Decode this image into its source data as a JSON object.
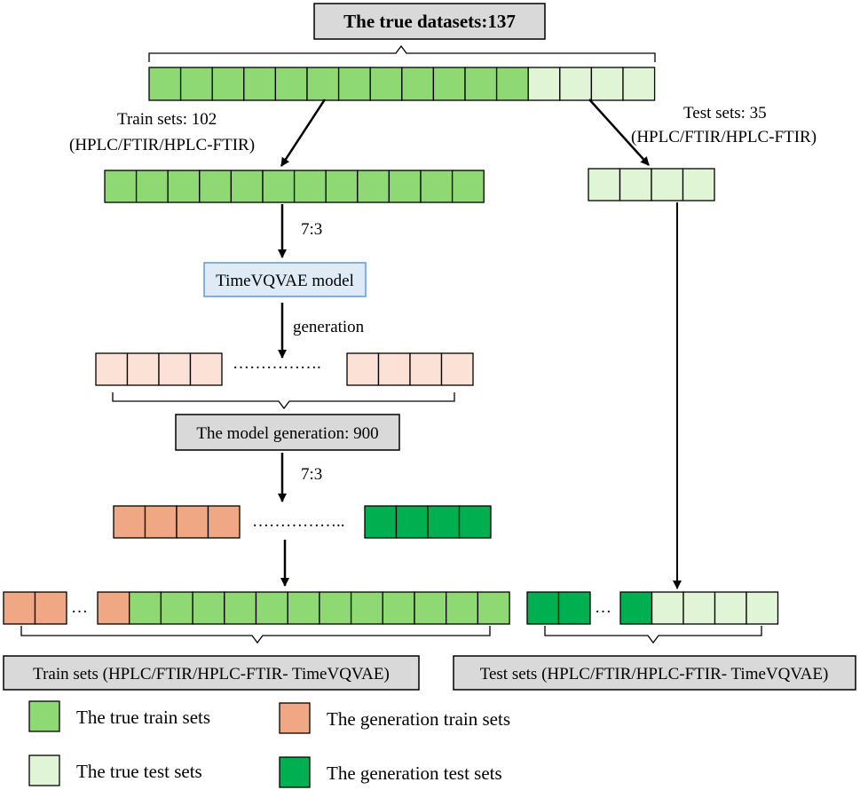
{
  "colors": {
    "true_train": "#8ed973",
    "true_test": "#dff5d6",
    "gen_pale": "#fbe1d6",
    "gen_train": "#f0a884",
    "gen_test": "#00b050",
    "box_gray": "#d9d9d9",
    "box_blue": "#deebf7",
    "box_blue_border": "#5b9bd5"
  },
  "top": {
    "title": "The true datasets:137"
  },
  "split": {
    "train_label_line1": "Train sets: 102",
    "train_label_line2": "(HPLC/FTIR/HPLC-FTIR)",
    "test_label_line1": "Test sets: 35",
    "test_label_line2": "(HPLC/FTIR/HPLC-FTIR)"
  },
  "model": {
    "ratio_label": "7:3",
    "model_name": "TimeVQVAE model",
    "generation_label": "generation",
    "dots": "…………….",
    "generation_total": "The model generation: 900",
    "ratio_label_2": "7:3",
    "dots_2": "…………….."
  },
  "final": {
    "train_dots": "…",
    "test_dots": "…",
    "train_box": "Train sets (HPLC/FTIR/HPLC-FTIR- TimeVQVAE)",
    "test_box": "Test sets (HPLC/FTIR/HPLC-FTIR- TimeVQVAE)"
  },
  "legend": {
    "true_train": "The true train sets",
    "gen_train": "The generation train sets",
    "true_test": "The true test sets",
    "gen_test": "The generation test sets"
  }
}
